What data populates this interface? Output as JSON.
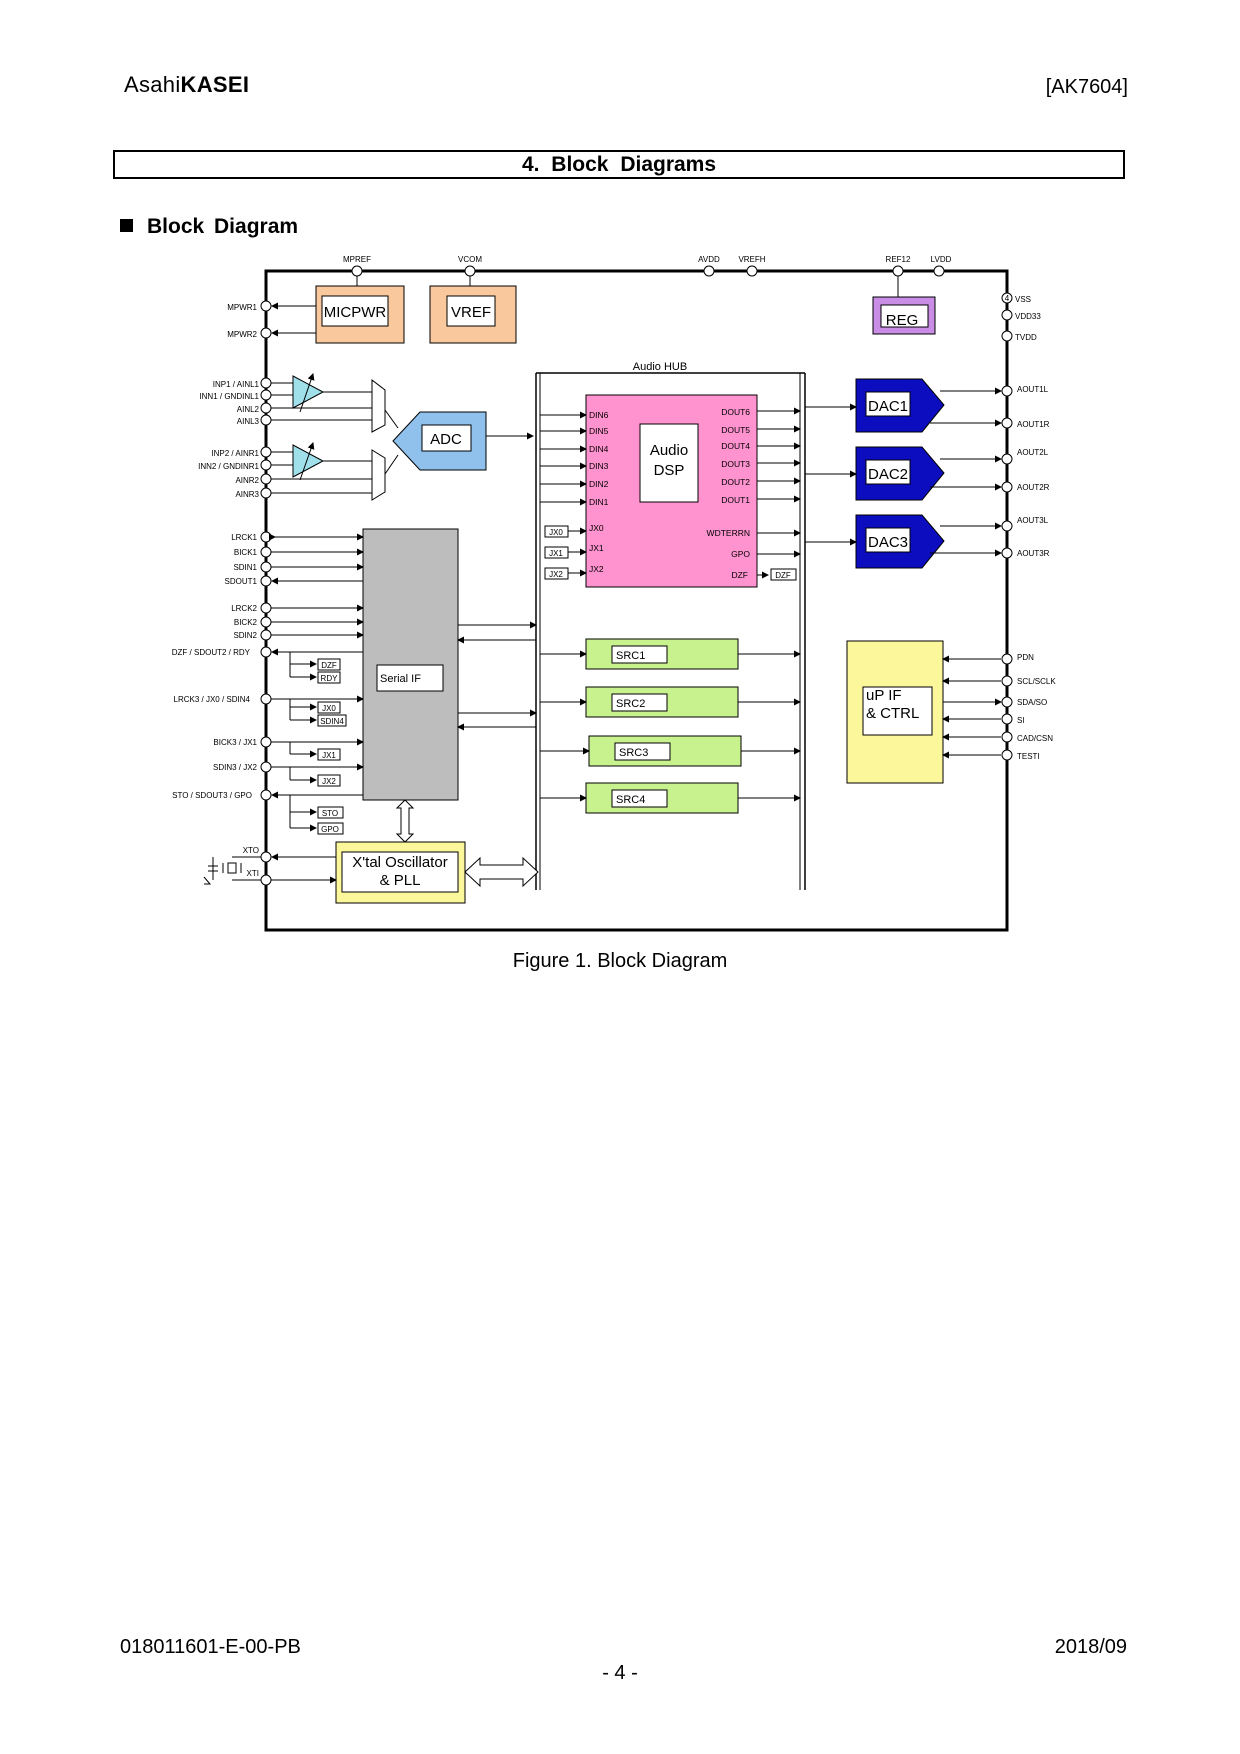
{
  "header": {
    "logo_prefix": "Asahi",
    "logo_bold": "KASEI",
    "doc_id": "[AK7604]"
  },
  "section": {
    "title": "4.   Block Diagrams"
  },
  "subsection": {
    "title": "Block  Diagram"
  },
  "diagram": {
    "top_pins": [
      "MPREF",
      "VCOM",
      "AVDD",
      "VREFH",
      "REF12",
      "LVDD"
    ],
    "power_pins": [
      "VSS",
      "VDD33",
      "TVDD"
    ],
    "vss_count": "4",
    "left_pins": [
      "MPWR1",
      "MPWR2",
      "INP1 / AINL1",
      "INN1 / GNDINL1",
      "AINL2",
      "AINL3",
      "INP2 / AINR1",
      "INN2 / GNDINR1",
      "AINR2",
      "AINR3",
      "LRCK1",
      "BICK1",
      "SDIN1",
      "SDOUT1",
      "LRCK2",
      "BICK2",
      "SDIN2",
      "DZF / SDOUT2 / RDY",
      "LRCK3 / JX0 / SDIN4",
      "BICK3 / JX1",
      "SDIN3 / JX2",
      "STO / SDOUT3 / GPO",
      "XTO",
      "XTI"
    ],
    "right_pins": [
      "AOUT1L",
      "AOUT1R",
      "AOUT2L",
      "AOUT2R",
      "AOUT3L",
      "AOUT3R",
      "PDN",
      "SCL/SCLK",
      "SDA/SO",
      "SI",
      "CAD/CSN",
      "TESTI"
    ],
    "blocks": {
      "micpwr": "MICPWR",
      "vref": "VREF",
      "reg": "REG",
      "adc": "ADC",
      "hub": "Audio HUB",
      "dsp_line1": "Audio",
      "dsp_line2": "DSP",
      "serial": "Serial IF",
      "xtal_line1": "X'tal Oscillator",
      "xtal_line2": "& PLL",
      "upif_line1": "uP IF",
      "upif_line2": "& CTRL",
      "dac1": "DAC1",
      "dac2": "DAC2",
      "dac3": "DAC3",
      "src1": "SRC1",
      "src2": "SRC2",
      "src3": "SRC3",
      "src4": "SRC4"
    },
    "dsp_inputs": [
      "DIN6",
      "DIN5",
      "DIN4",
      "DIN3",
      "DIN2",
      "DIN1"
    ],
    "dsp_outputs": [
      "DOUT6",
      "DOUT5",
      "DOUT4",
      "DOUT3",
      "DOUT2",
      "DOUT1"
    ],
    "dsp_jx": [
      "JX0",
      "JX1",
      "JX2"
    ],
    "dsp_misc": [
      "WDTERRN",
      "GPO",
      "DZF"
    ],
    "jx_tags": [
      "JX0",
      "JX1",
      "JX2"
    ],
    "dzf_tag": "DZF",
    "serial_tags": [
      "DZF",
      "RDY",
      "JX0",
      "SDIN4",
      "JX1",
      "JX2",
      "STO",
      "GPO"
    ]
  },
  "figure": {
    "caption": "Figure 1. Block Diagram"
  },
  "footer": {
    "doc_number": "018011601-E-00-PB",
    "date": "2018/09",
    "page": "- 4 -"
  }
}
